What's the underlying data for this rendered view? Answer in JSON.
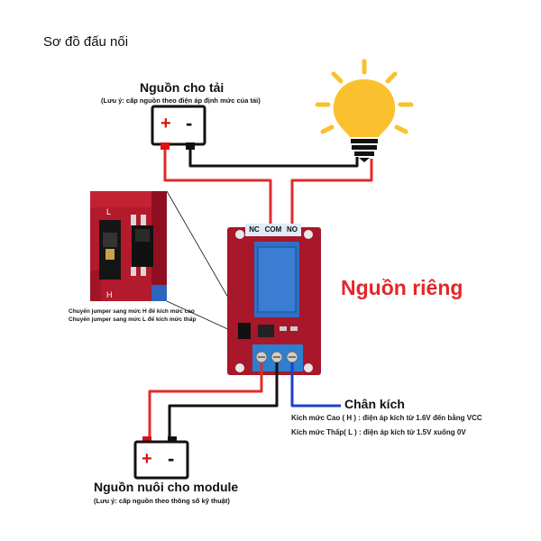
{
  "heading": "Sơ đồ đấu nối",
  "load_power": {
    "title": "Nguồn cho tải",
    "note": "(Lưu ý: cấp nguồn theo điện áp định mức của tải)",
    "plus": "+",
    "minus": "-"
  },
  "relay": {
    "terminals": [
      "NC",
      "COM",
      "NO"
    ]
  },
  "jumper": {
    "label_top": "L",
    "label_bottom": "H",
    "note_high": "Chuyển jumper sang mức H để kích mức cao",
    "note_low": "Chuyển jumper sang mức L để kích mức thấp"
  },
  "isolated_label": "Nguồn riêng",
  "trigger": {
    "title": "Chân kích",
    "high": "Kích mức Cao ( H ) : điện áp kích từ 1.6V đến bằng VCC",
    "low": "Kích mức Thấp( L ) : điện áp kích từ 1.5V xuống 0V"
  },
  "module_power": {
    "title": "Nguồn nuôi cho module",
    "note": "(Lưu ý: cấp nguồn theo thông số kỹ thuật)",
    "plus": "+",
    "minus": "-"
  },
  "colors": {
    "wire_red": "#e12b2b",
    "wire_black": "#111111",
    "wire_blue": "#1f3fd0",
    "pcb": "#a8172a",
    "relay_body": "#2f6fc4",
    "terminal_blue": "#2d7fcf",
    "bulb_yellow": "#fbc02d",
    "accent_red": "#e32628"
  }
}
